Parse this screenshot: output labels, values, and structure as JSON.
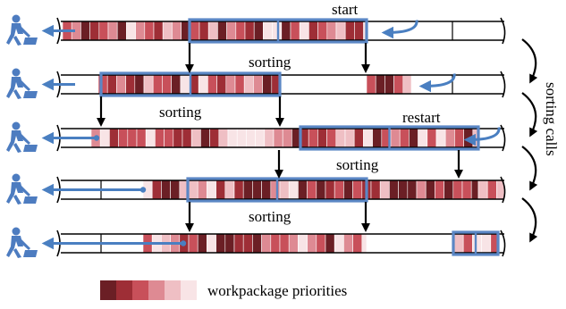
{
  "labels": {
    "start": "start",
    "restart": "restart",
    "sorting": "sorting",
    "side_caption": "sorting calls",
    "legend": "workpackage priorities"
  },
  "colors": {
    "queue_outline": "#000000",
    "highlight": "#5b87c5",
    "arrow_blue": "#4a7fc1",
    "worker": "#4d7cc0",
    "shade_levels": [
      "#6b1f25",
      "#9e2e36",
      "#c8505a",
      "#de8a93",
      "#efbfc4",
      "#f8e4e6"
    ]
  },
  "legend_swatch_levels": [
    0,
    1,
    2,
    3,
    4,
    5
  ],
  "icons": {
    "worker": "worker-digging-icon",
    "take_arrow": "left-arrow-icon",
    "insert_arrow": "curved-insert-arrow-icon",
    "down_arrow": "down-arrow-icon",
    "step_arrow": "curved-step-arrow-icon"
  }
}
